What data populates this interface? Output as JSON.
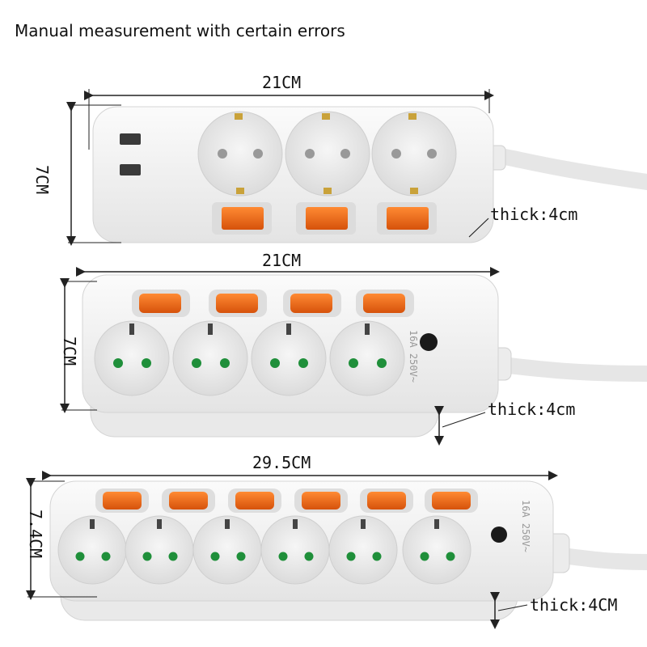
{
  "caption": "Manual measurement with certain errors",
  "strips": [
    {
      "width_label": "21CM",
      "height_label": "7CM",
      "thick_label": "thick:4cm",
      "usb_ports": 2,
      "sockets": 3,
      "switches": 3
    },
    {
      "width_label": "21CM",
      "height_label": "7CM",
      "thick_label": "thick:4cm",
      "sockets": 4,
      "switches": 4,
      "rating_label": "16A 250V~"
    },
    {
      "width_label": "29.5CM",
      "height_label": "7.4CM",
      "thick_label": "thick:4CM",
      "sockets": 6,
      "switches": 6,
      "rating_label": "16A 250V~"
    }
  ],
  "colors": {
    "body": "#f2f2f2",
    "socket": "#ececec",
    "switch": "#f06a16",
    "contact": "#1f8f3a",
    "line": "#222222"
  }
}
